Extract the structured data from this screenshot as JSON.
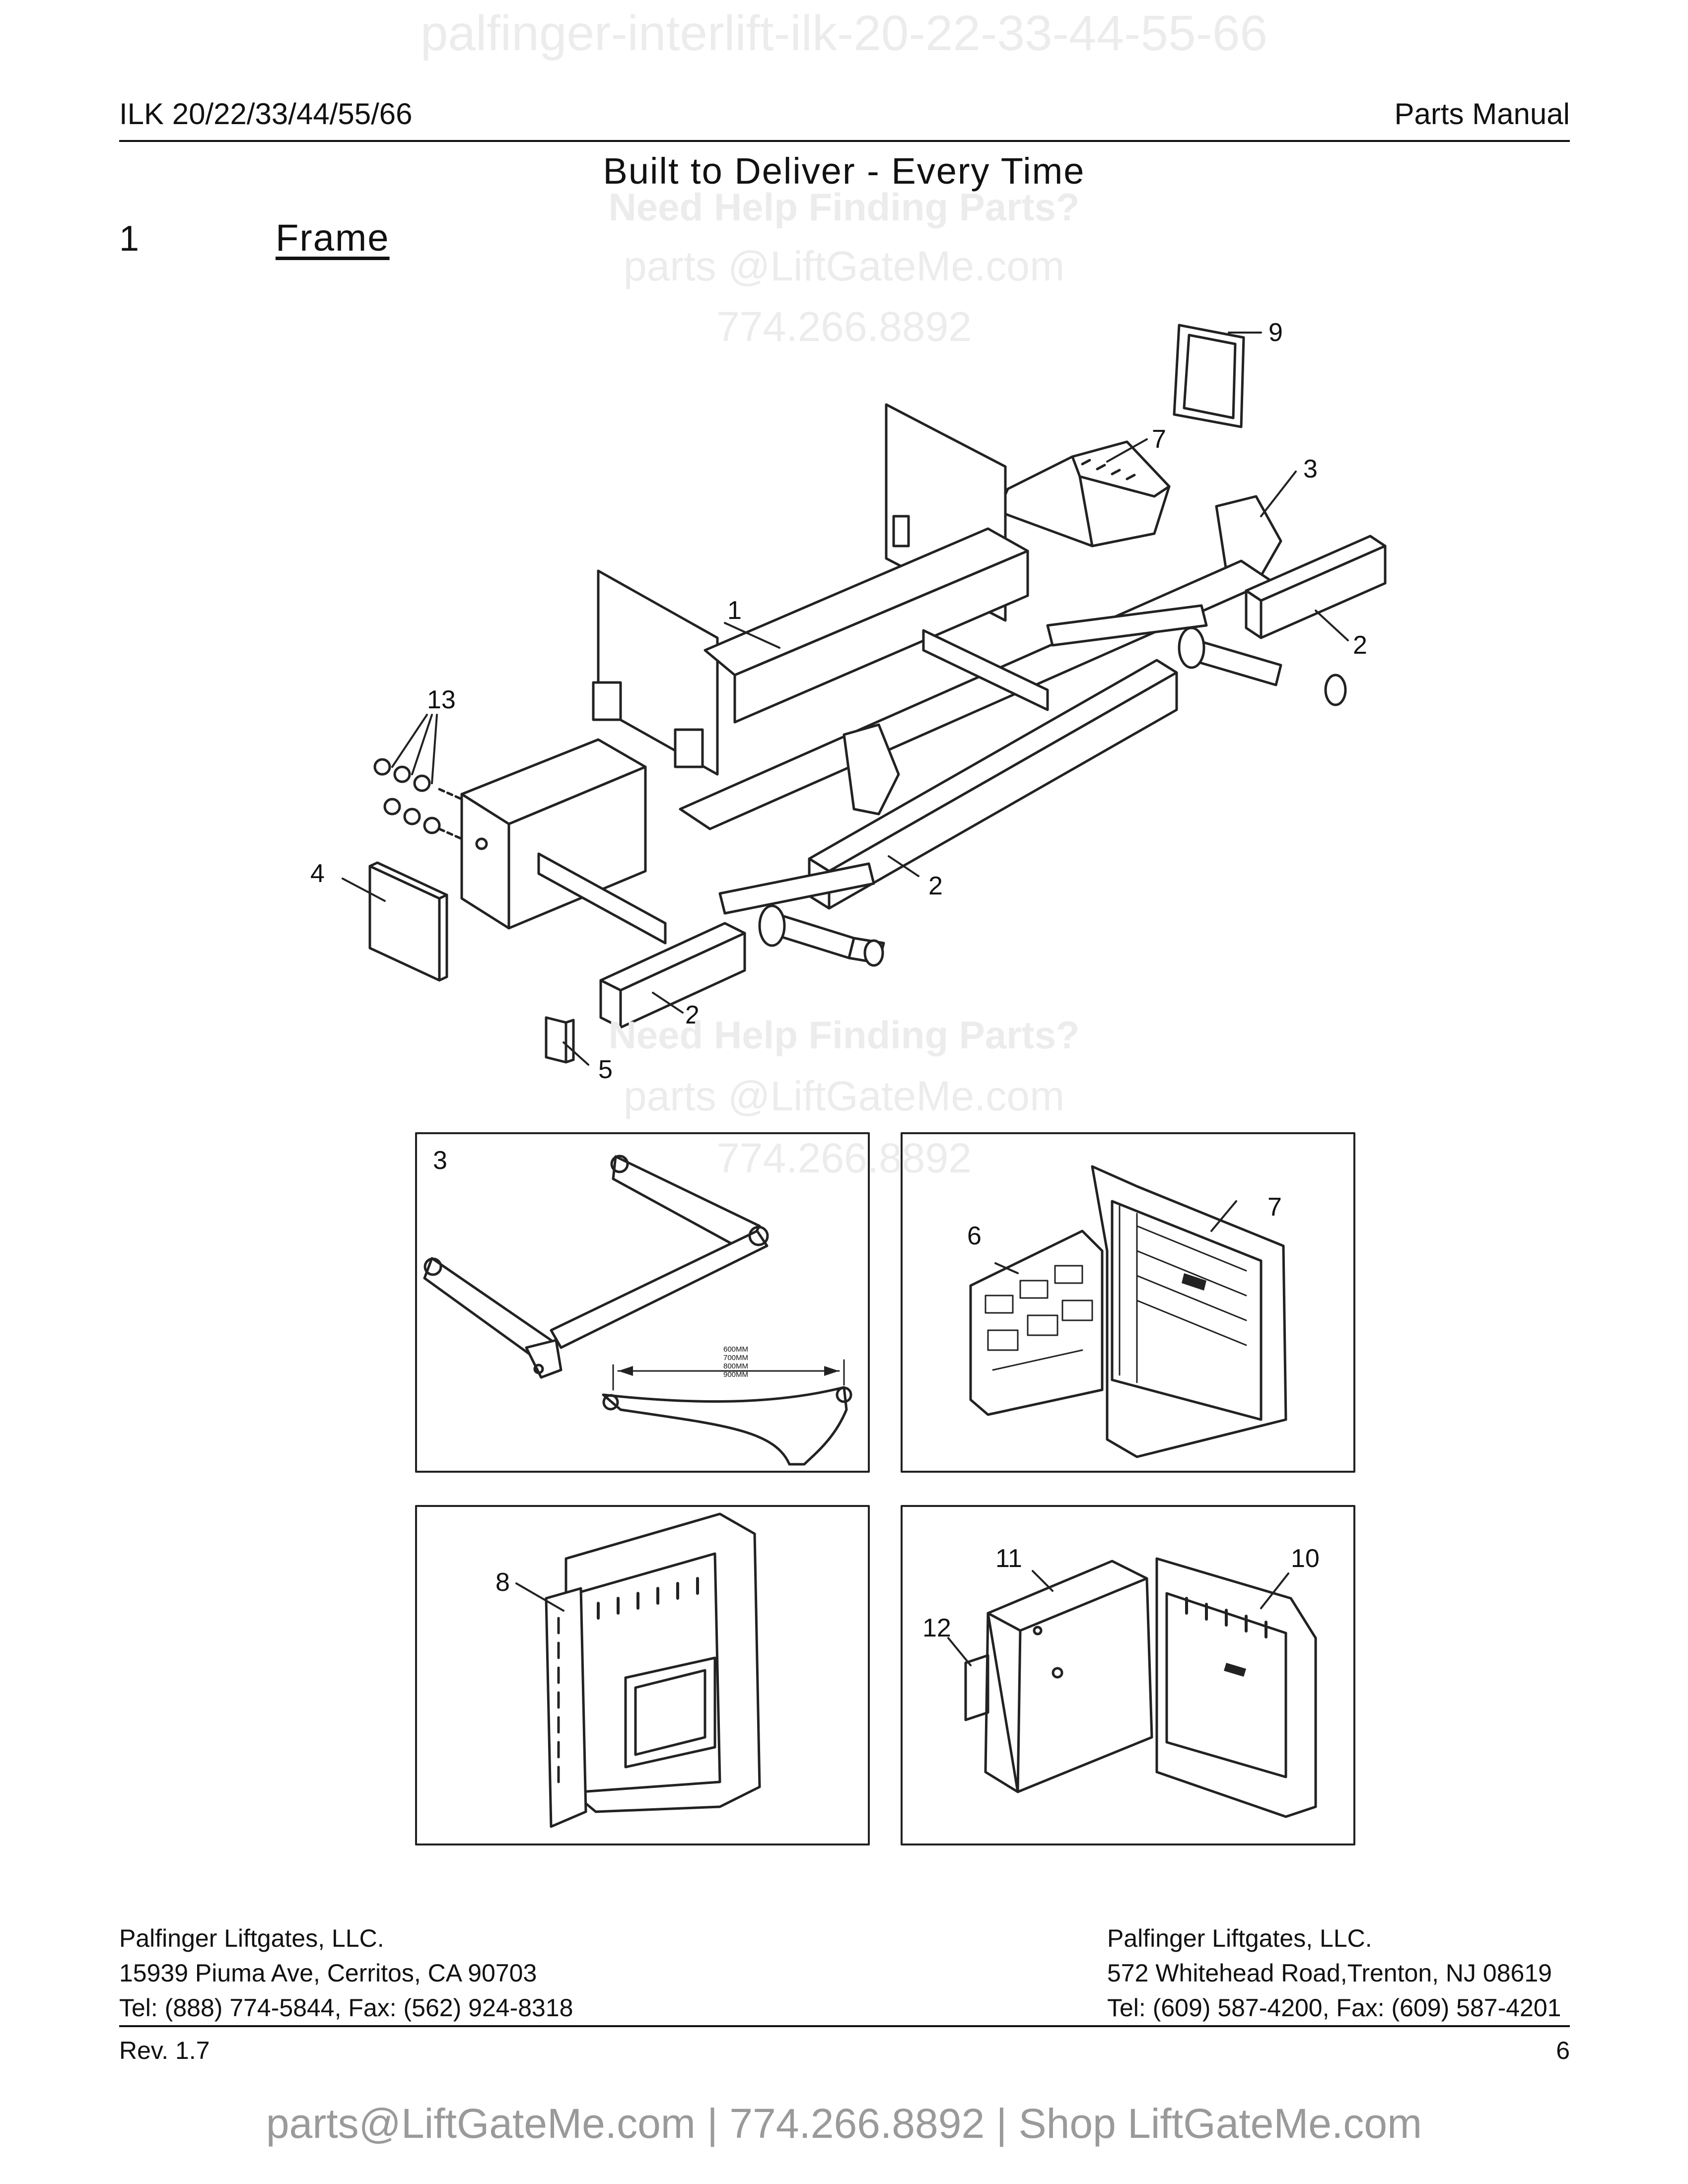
{
  "watermarks": {
    "top": "palfinger-interlift-ilk-20-22-33-44-55-66",
    "help": "Need Help Finding Parts?",
    "email": "parts @LiftGateMe.com",
    "phone": "774.266.8892"
  },
  "header": {
    "model": "ILK 20/22/33/44/55/66",
    "doc_type": "Parts Manual",
    "tagline": "Built to Deliver - Every Time"
  },
  "section": {
    "number": "1",
    "title": "Frame"
  },
  "main_callouts": [
    "9",
    "7",
    "3",
    "1",
    "2",
    "13",
    "2",
    "4",
    "2",
    "5"
  ],
  "panels": {
    "arm": {
      "callout": "3",
      "dims": [
        "600MM",
        "700MM",
        "800MM",
        "900MM"
      ]
    },
    "control_box": {
      "callouts": [
        "6",
        "7"
      ]
    },
    "back_box": {
      "callout": "8"
    },
    "cover_box": {
      "callouts": [
        "11",
        "10",
        "12"
      ]
    }
  },
  "footer": {
    "left": [
      "Palfinger Liftgates, LLC.",
      "15939 Piuma Ave, Cerritos, CA 90703",
      "Tel: (888) 774-5844, Fax: (562) 924-8318"
    ],
    "right": [
      "Palfinger Liftgates, LLC.",
      "572 Whitehead Road,Trenton, NJ 08619",
      "Tel: (609) 587-4200, Fax: (609) 587-4201"
    ],
    "rev": "Rev. 1.7",
    "page": "6",
    "contact": "parts@LiftGateMe.com | 774.266.8892 | Shop LiftGateMe.com"
  }
}
